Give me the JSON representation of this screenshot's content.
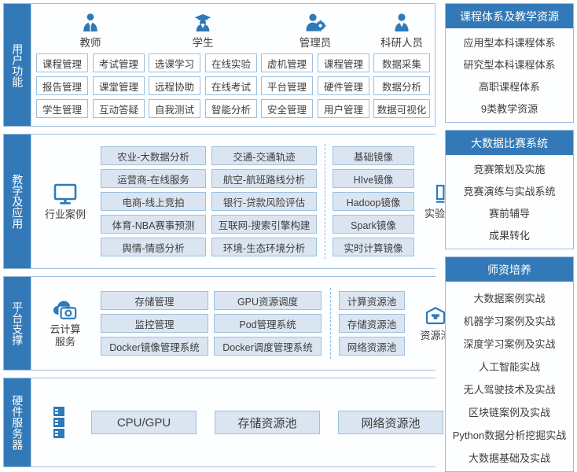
{
  "sections": [
    {
      "label": "用户功能",
      "roles": [
        {
          "name": "教师",
          "icon": "teacher-icon",
          "items": [
            "课程管理",
            "报告管理",
            "学生管理",
            "考试管理",
            "课堂管理",
            "互动答疑"
          ]
        },
        {
          "name": "学生",
          "icon": "student-icon",
          "items": [
            "选课学习",
            "远程协助",
            "自我测试",
            "在线实验",
            "在线考试",
            "智能分析"
          ]
        },
        {
          "name": "管理员",
          "icon": "admin-icon",
          "items": [
            "虚机管理",
            "平台管理",
            "安全管理",
            "课程管理",
            "硬件管理",
            "用户管理"
          ]
        },
        {
          "name": "科研人员",
          "icon": "researcher-icon",
          "items": [
            "数据采集",
            "数据分析",
            "数据可视化"
          ]
        }
      ]
    },
    {
      "label": "教学及应用",
      "badge_left": {
        "label": "行业案例",
        "icon": "monitor-icon"
      },
      "col1": [
        "农业-大数据分析",
        "运营商-在线服务",
        "电商-线上竞拍",
        "体育-NBA赛事预测",
        "舆情-情感分析"
      ],
      "col2": [
        "交通-交通轨迹",
        "航空-航班路线分析",
        "银行-贷款风险评估",
        "互联网-搜索引擎构建",
        "环境-生态环境分析"
      ],
      "col3": [
        "基础镜像",
        "HIve镜像",
        "Hadoop镜像",
        "Spark镜像",
        "实时计算镜像"
      ],
      "badge_right": {
        "label": "实验镜像",
        "icon": "image-pair-icon"
      }
    },
    {
      "label": "平台支撑",
      "badge_left": {
        "label": "云计算\n服务",
        "label_line1": "云计算",
        "label_line2": "服务",
        "icon": "cloud-service-icon"
      },
      "col1": [
        "存储管理",
        "监控管理",
        "Docker镜像管理系统"
      ],
      "col2": [
        "GPU资源调度",
        "Pod管理系统",
        "Docker调度管理系统"
      ],
      "col3": [
        "计算资源池",
        "存储资源池",
        "网络资源池"
      ],
      "badge_right": {
        "label": "资源池",
        "icon": "resource-pool-icon"
      }
    },
    {
      "label": "硬件服务器",
      "badge_left": {
        "icon": "server-rack-icon"
      },
      "chips": [
        "CPU/GPU",
        "存储资源池",
        "网络资源池"
      ]
    }
  ],
  "panels": [
    {
      "title": "课程体系及教学资源",
      "items": [
        "应用型本科课程体系",
        "研究型本科课程体系",
        "高职课程体系",
        "9类教学资源"
      ]
    },
    {
      "title": "大数据比赛系统",
      "items": [
        "竞赛策划及实施",
        "竞赛演练与实战系统",
        "赛前辅导",
        "成果转化"
      ]
    },
    {
      "title": "师资培养",
      "items": [
        "大数据案例实战",
        "机器学习案例及实战",
        "深度学习案例及实战",
        "人工智能实战",
        "无人驾驶技术及实战",
        "区块链案例及实战",
        "Python数据分析挖掘实战",
        "大数据基础及实战"
      ]
    }
  ],
  "colors": {
    "accent": "#3479b7",
    "chip_fill": "#dbe5f1",
    "chip_border": "#9cc0e0",
    "panel_border": "#9ebcdc"
  }
}
